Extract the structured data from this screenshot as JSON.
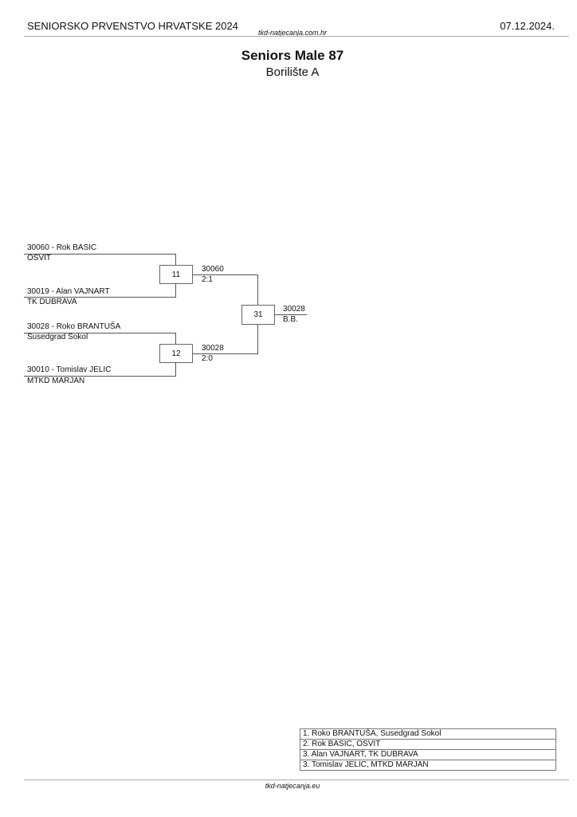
{
  "header": {
    "event": "SENIORSKO PRVENSTVO HRVATSKE 2024",
    "site": "tkd-natjecanja.com.hr",
    "date": "07.12.2024."
  },
  "title": "Seniors Male 87",
  "subtitle": "Borilište A",
  "bracket": {
    "entries": [
      {
        "name": "30060 - Rok BASIC",
        "club": "OSVIT"
      },
      {
        "name": "30019 - Alan VAJNART",
        "club": "TK DUBRAVA"
      },
      {
        "name": "30028 - Roko BRANTUŠA",
        "club": "Susedgrad Sokol"
      },
      {
        "name": "30010 - Tomislav JELIC",
        "club": "MTKD MARJAN"
      }
    ],
    "matches": [
      {
        "number": "11",
        "winner": "30060",
        "score": "2:1"
      },
      {
        "number": "12",
        "winner": "30028",
        "score": "2:0"
      },
      {
        "number": "31",
        "winner": "30028",
        "score": "B.B."
      }
    ]
  },
  "results": [
    "1. Roko BRANTUŠA, Susedgrad Sokol",
    "2. Rok BASIC, OSVIT",
    "3. Alan VAJNART, TK DUBRAVA",
    "3. Tomislav JELIC, MTKD MARJAN"
  ],
  "footer": {
    "site": "tkd-natjecanja.eu"
  }
}
